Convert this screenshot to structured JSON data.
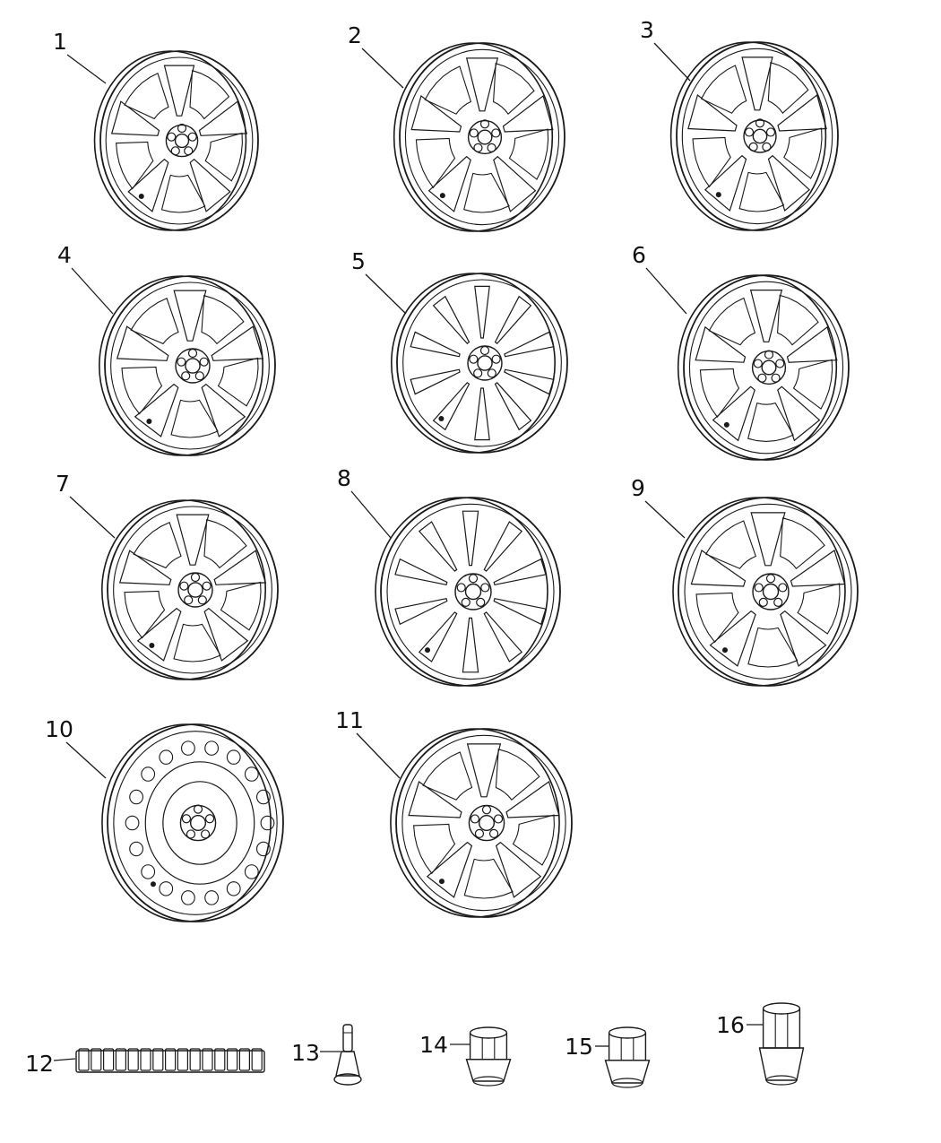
{
  "diagram": {
    "callouts": [
      "1",
      "2",
      "3",
      "4",
      "5",
      "6",
      "7",
      "8",
      "9",
      "10",
      "11",
      "12",
      "13",
      "14",
      "15",
      "16"
    ],
    "parts": [
      {
        "callout": "1",
        "kind": "alloy-wheel",
        "spokes": 5
      },
      {
        "callout": "2",
        "kind": "alloy-wheel",
        "spokes": 5
      },
      {
        "callout": "3",
        "kind": "alloy-wheel",
        "spokes": 5
      },
      {
        "callout": "4",
        "kind": "alloy-wheel",
        "spokes": 5
      },
      {
        "callout": "5",
        "kind": "alloy-wheel",
        "spokes": 10
      },
      {
        "callout": "6",
        "kind": "alloy-wheel",
        "spokes": 5
      },
      {
        "callout": "7",
        "kind": "alloy-wheel",
        "spokes": 5
      },
      {
        "callout": "8",
        "kind": "alloy-wheel",
        "spokes": 10
      },
      {
        "callout": "9",
        "kind": "alloy-wheel",
        "spokes": 5
      },
      {
        "callout": "10",
        "kind": "steel-wheel",
        "spokes": 0
      },
      {
        "callout": "11",
        "kind": "alloy-wheel",
        "spokes": 5
      },
      {
        "callout": "12",
        "kind": "balance-weight-strip"
      },
      {
        "callout": "13",
        "kind": "valve-stem"
      },
      {
        "callout": "14",
        "kind": "lug-nut"
      },
      {
        "callout": "15",
        "kind": "lug-nut"
      },
      {
        "callout": "16",
        "kind": "lug-nut"
      }
    ]
  }
}
